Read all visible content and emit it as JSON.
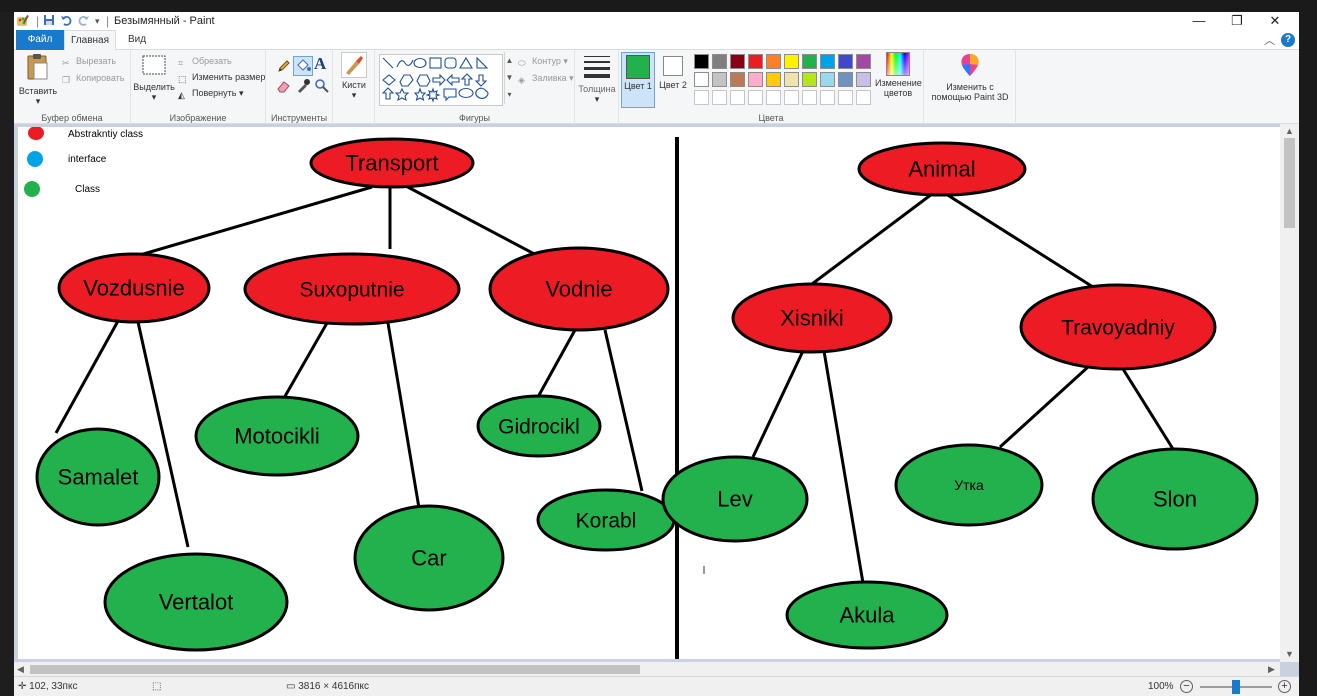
{
  "window": {
    "title": "Безымянный - Paint",
    "min_glyph": "—",
    "max_glyph": "❐",
    "close_glyph": "✕"
  },
  "tabs": [
    {
      "label": "Файл"
    },
    {
      "label": "Главная"
    },
    {
      "label": "Вид"
    }
  ],
  "ribbon": {
    "clipboard": {
      "paste": "Вставить",
      "cut": "Вырезать",
      "copy": "Копировать",
      "label": "Буфер обмена"
    },
    "image": {
      "select": "Выделить",
      "crop": "Обрезать",
      "resize": "Изменить размер",
      "rotate": "Повернуть",
      "label": "Изображение"
    },
    "tools": {
      "label": "Инструменты",
      "text_glyph": "A"
    },
    "brushes": {
      "label": "Кисти"
    },
    "shapes": {
      "outline": "Контур",
      "fill": "Заливка",
      "label": "Фигуры"
    },
    "size": {
      "label": "Толщина"
    },
    "colors": {
      "color1": "Цвет 1",
      "color2": "Цвет 2",
      "edit": "Изменение цветов",
      "paint3d": "Изменить с помощью Paint 3D",
      "label": "Цвета",
      "color1_value": "#22b14c",
      "color2_value": "#ffffff",
      "palette_row1": [
        "#000000",
        "#7f7f7f",
        "#880015",
        "#ed1c24",
        "#ff7f27",
        "#fff200",
        "#22b14c",
        "#00a2e8",
        "#3f48cc",
        "#a349a4"
      ],
      "palette_row2": [
        "#ffffff",
        "#c3c3c3",
        "#b97a57",
        "#ffaec9",
        "#ffc90e",
        "#efe4b0",
        "#b5e61d",
        "#99d9ea",
        "#7092be",
        "#c8bfe7"
      ]
    }
  },
  "diagram": {
    "legend": [
      {
        "label": "Abstrakntiy class",
        "color": "#ed1c24"
      },
      {
        "label": "interface",
        "color": "#00a2e8"
      },
      {
        "label": "Class",
        "color": "#22b14c"
      }
    ],
    "nodes": [
      {
        "id": "transport",
        "label": "Transport",
        "color": "#ed1c24"
      },
      {
        "id": "vozdusnie",
        "label": "Vozdusnie",
        "color": "#ed1c24"
      },
      {
        "id": "suxoputnie",
        "label": "Suxoputnie",
        "color": "#ed1c24"
      },
      {
        "id": "vodnie",
        "label": "Vodnie",
        "color": "#ed1c24"
      },
      {
        "id": "samalet",
        "label": "Samalet",
        "color": "#22b14c"
      },
      {
        "id": "vertalot",
        "label": "Vertalot",
        "color": "#22b14c"
      },
      {
        "id": "motocikli",
        "label": "Motocikli",
        "color": "#22b14c"
      },
      {
        "id": "car",
        "label": "Car",
        "color": "#22b14c"
      },
      {
        "id": "gidrocikl",
        "label": "Gidrocikl",
        "color": "#22b14c"
      },
      {
        "id": "korabl",
        "label": "Korabl",
        "color": "#22b14c"
      },
      {
        "id": "animal",
        "label": "Animal",
        "color": "#ed1c24"
      },
      {
        "id": "xisniki",
        "label": "Xisniki",
        "color": "#ed1c24"
      },
      {
        "id": "travoyadniy",
        "label": "Travoyadniy",
        "color": "#ed1c24"
      },
      {
        "id": "lev",
        "label": "Lev",
        "color": "#22b14c"
      },
      {
        "id": "akula",
        "label": "Akula",
        "color": "#22b14c"
      },
      {
        "id": "utka",
        "label": "Утка",
        "color": "#22b14c"
      },
      {
        "id": "slon",
        "label": "Slon",
        "color": "#22b14c"
      }
    ],
    "edges": [
      [
        "transport",
        "vozdusnie"
      ],
      [
        "transport",
        "suxoputnie"
      ],
      [
        "transport",
        "vodnie"
      ],
      [
        "vozdusnie",
        "samalet"
      ],
      [
        "vozdusnie",
        "vertalot"
      ],
      [
        "suxoputnie",
        "motocikli"
      ],
      [
        "suxoputnie",
        "car"
      ],
      [
        "vodnie",
        "gidrocikl"
      ],
      [
        "vodnie",
        "korabl"
      ],
      [
        "animal",
        "xisniki"
      ],
      [
        "animal",
        "travoyadniy"
      ],
      [
        "xisniki",
        "lev"
      ],
      [
        "xisniki",
        "akula"
      ],
      [
        "travoyadniy",
        "utka"
      ],
      [
        "travoyadniy",
        "slon"
      ]
    ]
  },
  "status": {
    "cursor": "102, 33пкс",
    "size": "3816 × 4616пкс",
    "zoom": "100%"
  }
}
